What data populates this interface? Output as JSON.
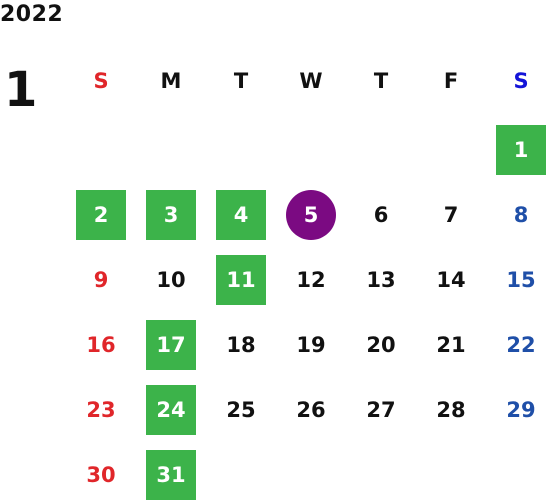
{
  "calendar": {
    "year": "2022",
    "month": "1",
    "weekdays": [
      {
        "label": "S",
        "color": "#e0262a"
      },
      {
        "label": "M",
        "color": "#111111"
      },
      {
        "label": "T",
        "color": "#111111"
      },
      {
        "label": "W",
        "color": "#111111"
      },
      {
        "label": "T",
        "color": "#111111"
      },
      {
        "label": "F",
        "color": "#111111"
      },
      {
        "label": "S",
        "color": "#1414d8"
      }
    ],
    "weeks": [
      [
        null,
        null,
        null,
        null,
        null,
        null,
        {
          "day": "1",
          "type": "highlight"
        }
      ],
      [
        {
          "day": "2",
          "type": "highlight"
        },
        {
          "day": "3",
          "type": "highlight"
        },
        {
          "day": "4",
          "type": "highlight"
        },
        {
          "day": "5",
          "type": "today"
        },
        {
          "day": "6",
          "type": "normal"
        },
        {
          "day": "7",
          "type": "normal"
        },
        {
          "day": "8",
          "type": "normal"
        }
      ],
      [
        {
          "day": "9",
          "type": "normal"
        },
        {
          "day": "10",
          "type": "normal"
        },
        {
          "day": "11",
          "type": "highlight"
        },
        {
          "day": "12",
          "type": "normal"
        },
        {
          "day": "13",
          "type": "normal"
        },
        {
          "day": "14",
          "type": "normal"
        },
        {
          "day": "15",
          "type": "normal"
        }
      ],
      [
        {
          "day": "16",
          "type": "normal"
        },
        {
          "day": "17",
          "type": "highlight"
        },
        {
          "day": "18",
          "type": "normal"
        },
        {
          "day": "19",
          "type": "normal"
        },
        {
          "day": "20",
          "type": "normal"
        },
        {
          "day": "21",
          "type": "normal"
        },
        {
          "day": "22",
          "type": "normal"
        }
      ],
      [
        {
          "day": "23",
          "type": "normal"
        },
        {
          "day": "24",
          "type": "highlight"
        },
        {
          "day": "25",
          "type": "normal"
        },
        {
          "day": "26",
          "type": "normal"
        },
        {
          "day": "27",
          "type": "normal"
        },
        {
          "day": "28",
          "type": "normal"
        },
        {
          "day": "29",
          "type": "normal"
        }
      ],
      [
        {
          "day": "30",
          "type": "normal"
        },
        {
          "day": "31",
          "type": "highlight"
        },
        null,
        null,
        null,
        null,
        null
      ]
    ],
    "colors": {
      "highlight": "#3cb34a",
      "today": "#7b0a82",
      "sunday": "#e0262a",
      "saturday": "#1f4fa8"
    }
  }
}
